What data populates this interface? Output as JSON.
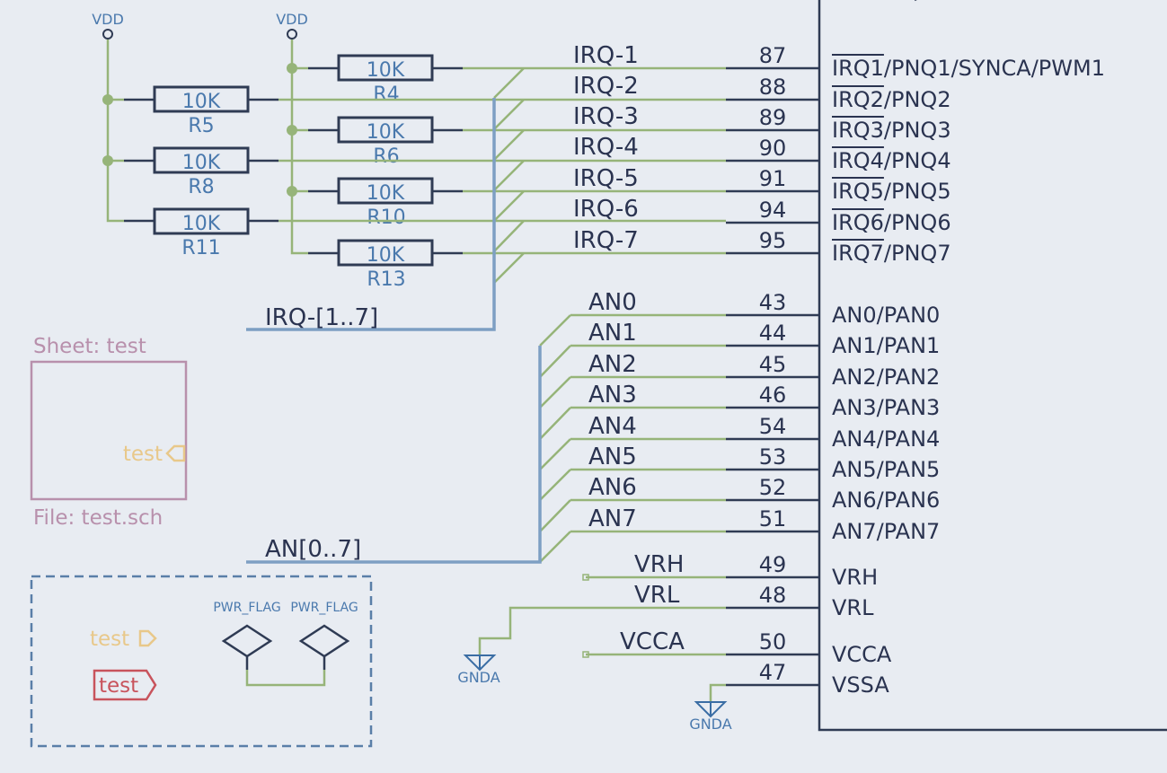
{
  "power": {
    "vdd": "VDD",
    "gnda": "GNDA",
    "pwr_flag": "PWR_FLAG"
  },
  "resistors": [
    {
      "value": "10K",
      "ref": "R4"
    },
    {
      "value": "10K",
      "ref": "R5"
    },
    {
      "value": "10K",
      "ref": "R6"
    },
    {
      "value": "10K",
      "ref": "R8"
    },
    {
      "value": "10K",
      "ref": "R10"
    },
    {
      "value": "10K",
      "ref": "R11"
    },
    {
      "value": "10K",
      "ref": "R13"
    }
  ],
  "irq_labels": [
    "IRQ-1",
    "IRQ-2",
    "IRQ-3",
    "IRQ-4",
    "IRQ-5",
    "IRQ-6",
    "IRQ-7"
  ],
  "irq_bus_label": "IRQ-[1..7]",
  "an_labels": [
    "AN0",
    "AN1",
    "AN2",
    "AN3",
    "AN4",
    "AN5",
    "AN6",
    "AN7"
  ],
  "an_bus_label": "AN[0..7]",
  "misc_labels": {
    "vrh": "VRH",
    "vrl": "VRL",
    "vcca": "VCCA"
  },
  "chip": {
    "pins": [
      {
        "num": "87",
        "name": "IRQ1/PNQ1/SYNCA/PWM1"
      },
      {
        "num": "88",
        "name": "IRQ2/PNQ2"
      },
      {
        "num": "89",
        "name": "IRQ3/PNQ3"
      },
      {
        "num": "90",
        "name": "IRQ4/PNQ4"
      },
      {
        "num": "91",
        "name": "IRQ5/PNQ5"
      },
      {
        "num": "94",
        "name": "IRQ6/PNQ6"
      },
      {
        "num": "95",
        "name": "IRQ7/PNQ7"
      },
      {
        "num": "43",
        "name": "AN0/PAN0"
      },
      {
        "num": "44",
        "name": "AN1/PAN1"
      },
      {
        "num": "45",
        "name": "AN2/PAN2"
      },
      {
        "num": "46",
        "name": "AN3/PAN3"
      },
      {
        "num": "54",
        "name": "AN4/PAN4"
      },
      {
        "num": "53",
        "name": "AN5/PAN5"
      },
      {
        "num": "52",
        "name": "AN6/PAN6"
      },
      {
        "num": "51",
        "name": "AN7/PAN7"
      },
      {
        "num": "49",
        "name": "VRH"
      },
      {
        "num": "48",
        "name": "VRL"
      },
      {
        "num": "50",
        "name": "VCCA"
      },
      {
        "num": "47",
        "name": "VSSA"
      }
    ]
  },
  "sheet": {
    "name": "Sheet: test",
    "file": "File: test.sch",
    "pin": "test"
  },
  "labels": {
    "hier": "test",
    "global": "test"
  },
  "colors": {
    "wire": "#96b479",
    "bus": "#7d9fc3",
    "body": "#2f3b54",
    "sheet": "#b890ac",
    "hier": "#e8c88a",
    "global": "#c8535c",
    "power": "#3a6da4"
  }
}
